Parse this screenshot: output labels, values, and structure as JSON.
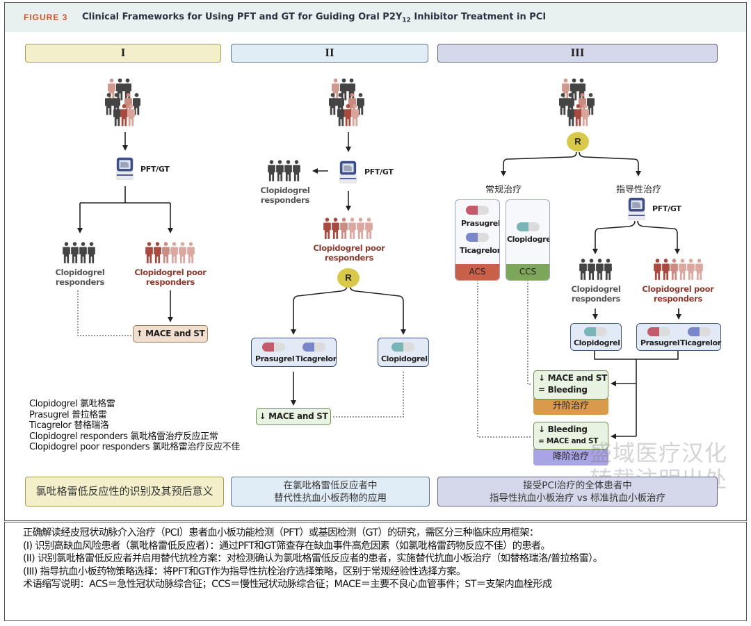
{
  "figure": {
    "label": "FIGURE 3",
    "title_prefix": "Clinical Frameworks for Using PFT and GT for Guiding Oral P2Y",
    "title_sub": "12",
    "title_suffix": " Inhibitor Treatment in PCI"
  },
  "colors": {
    "figure_label": "#d4502a",
    "panel1": "#f3efcb",
    "panel2": "#e1edf6",
    "panel3": "#d4d8ea",
    "poor_responder_text": "#8c3a2e",
    "acs": "#c9614a",
    "ccs": "#7ea65a",
    "escalation": "#d99a4c",
    "deescalation": "#a9a4e6",
    "randomization": "#d9c94a"
  },
  "panels": [
    {
      "numeral": "I",
      "test_label": "PFT/GT",
      "responders_label": "Clopidogrel responders",
      "poor_responders_label": "Clopidogrel poor responders",
      "outcome": "↑ MACE and ST",
      "footer": "氯吡格雷低反应性的识别及其预后意义"
    },
    {
      "numeral": "II",
      "test_label": "PFT/GT",
      "responders_label": "Clopidogrel responders",
      "poor_responders_label": "Clopidogrel poor responders",
      "randomization": "R",
      "arm_alternative": [
        "Prasugrel",
        "Ticagrelor"
      ],
      "arm_standard": [
        "Clopidogrel"
      ],
      "outcome": "↓ MACE and ST",
      "footer_line1": "在氯吡格雷低反应者中",
      "footer_line2": "替代性抗血小板药物的应用"
    },
    {
      "numeral": "III",
      "randomization": "R",
      "conventional_label": "常规治疗",
      "guided_label": "指导性治疗",
      "conventional_boxes": [
        {
          "drugs": [
            "Prasugrel",
            "Ticagrelor"
          ],
          "condition": "ACS"
        },
        {
          "drugs": [
            "Clopidogrel"
          ],
          "condition": "CCS"
        }
      ],
      "test_label": "PFT/GT",
      "responders_label": "Clopidogrel responders",
      "poor_responders_label": "Clopidogrel poor responders",
      "responders_drug": "Clopidogrel",
      "poor_responders_drugs": [
        "Prasugrel",
        "Ticagrelor"
      ],
      "escalation": {
        "line1": "↓ MACE and ST",
        "line2": "=  Bleeding",
        "label": "升阶治疗"
      },
      "deescalation": {
        "line1": "↓ Bleeding",
        "line2": "=  MACE and ST",
        "label": "降阶治疗"
      },
      "footer_line1": "接受PCI治疗的全体患者中",
      "footer_line2": "指导性抗血小板治疗 vs 标准抗血小板治疗"
    }
  ],
  "legend": [
    "Clopidogrel 氯吡格雷",
    "Prasugrel 普拉格雷",
    "Ticagrelor 替格瑞洛",
    "Clopidogrel responders 氯吡格雷治疗反应正常",
    "Clopidogrel poor responders 氯吡格雷治疗反应不佳"
  ],
  "watermark": [
    "盛域医疗汉化",
    "转载注明出处"
  ],
  "caption": [
    "正确解读经皮冠状动脉介入治疗（PCI）患者血小板功能检测（PFT）或基因检测（GT）的研究，需区分三种临床应用框架：",
    "(I) 识别高缺血风险患者（氯吡格雷低反应者）：通过PFT和GT筛查存在缺血事件高危因素（如氯吡格雷药物反应不佳）的患者。",
    "(II) 识别氯吡格雷低反应者并启用替代抗栓方案：对检测确认为氯吡格雷低反应者的患者，实施替代抗血小板治疗（如替格瑞洛/普拉格雷）。",
    "(III) 指导抗血小板药物策略选择：将PFT和GT作为指导性抗栓治疗选择策略，区别于常规经验性选择方案。",
    "术语缩写说明：ACS＝急性冠状动脉综合征；CCS＝慢性冠状动脉综合征；MACE＝主要不良心血管事件；ST＝支架内血栓形成"
  ]
}
